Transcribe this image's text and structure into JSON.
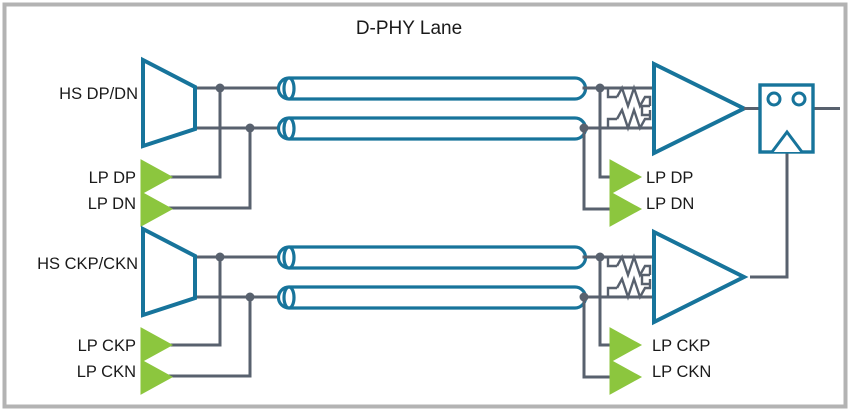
{
  "diagram": {
    "title": "D-PHY Lane",
    "frame": {
      "border_color": "#b3b3b3",
      "background": "#ffffff"
    },
    "colors": {
      "blue": "#17749b",
      "green": "#8cc63e",
      "green_stroke": "#7ab52e",
      "wire": "#58616e",
      "text": "#1a1a1a",
      "border": "#b3b3b3"
    },
    "labels": {
      "hs_data": "HS DP/DN",
      "hs_clock": "HS CKP/CKN",
      "lp_dp_tx": "LP DP",
      "lp_dn_tx": "LP DN",
      "lp_ckp_tx": "LP CKP",
      "lp_ckn_tx": "LP CKN",
      "lp_dp_rx": "LP DP",
      "lp_dn_rx": "LP DN",
      "lp_ckp_rx": "LP CKP",
      "lp_ckn_rx": "LP CKN"
    },
    "components": {
      "hs_data_driver": "HS data differential driver",
      "hs_clock_driver": "HS clock differential driver",
      "hs_data_receiver": "HS data differential receiver",
      "hs_clock_receiver": "HS clock differential receiver",
      "data_termination": "Differential termination resistor network",
      "clock_termination": "Differential termination resistor network",
      "flipflop": "Clocked sampling latch / flip-flop",
      "data_lane_p": "DP transmission line",
      "data_lane_n": "DN transmission line",
      "clock_lane_p": "CKP transmission line",
      "clock_lane_n": "CKN transmission line"
    }
  }
}
